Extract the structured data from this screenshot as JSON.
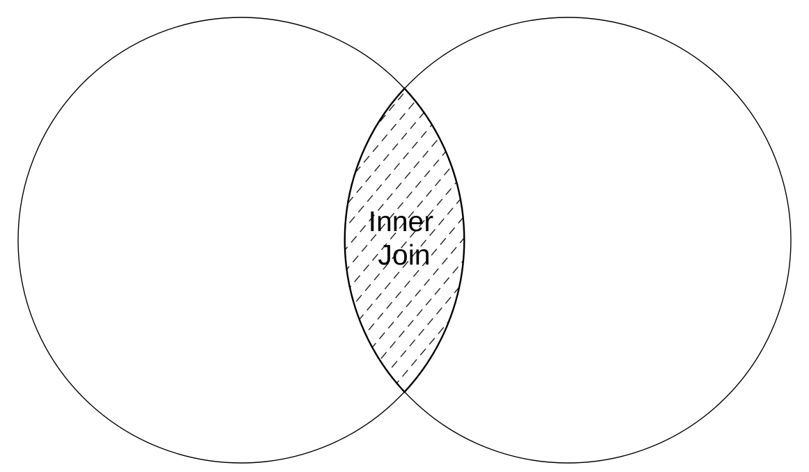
{
  "diagram": {
    "type": "venn",
    "sets": 2,
    "intersection": {
      "label_lines": [
        "Inner",
        "Join"
      ],
      "fill": "hatched"
    },
    "colors": {
      "stroke": "#000000",
      "background": "#ffffff",
      "hatch": "#000000"
    }
  }
}
